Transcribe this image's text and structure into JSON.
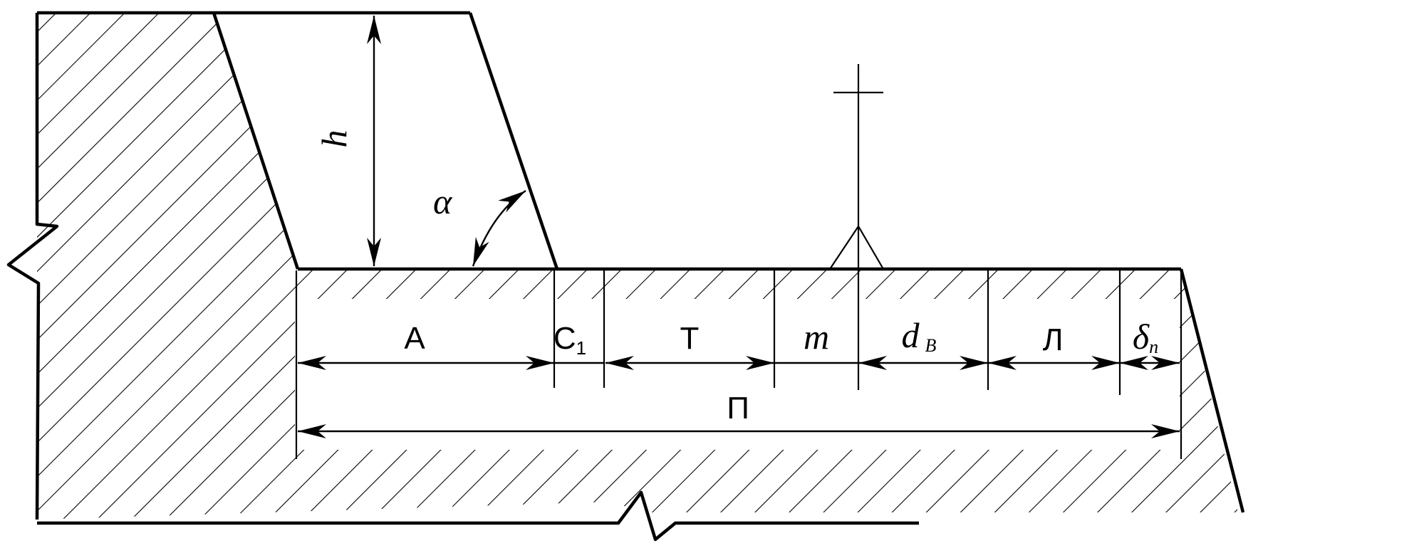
{
  "labels": {
    "h": "h",
    "alpha": "α",
    "A": "A",
    "C1": "C",
    "C1_sub": "1",
    "T": "T",
    "m": "m",
    "dB": "d",
    "dB_sub": "В",
    "L": "Л",
    "delta_p": "δ",
    "delta_p_sub": "п",
    "P": "П"
  },
  "colors": {
    "ink": "#000000",
    "paper": "#ffffff"
  }
}
